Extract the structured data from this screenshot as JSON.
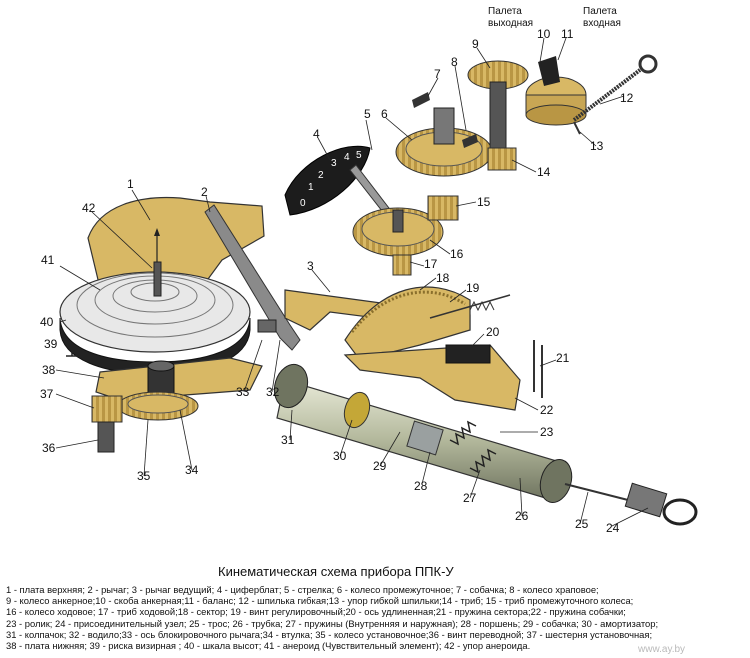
{
  "title_line": "Кинематическая схема прибора  ППК-У",
  "top_labels": {
    "exit_pallet": [
      "Палета",
      "выходная"
    ],
    "entry_pallet": [
      "Палета",
      "входная"
    ]
  },
  "numbers": [
    "1",
    "2",
    "3",
    "4",
    "5",
    "6",
    "7",
    "8",
    "9",
    "10",
    "11",
    "12",
    "13",
    "14",
    "15",
    "16",
    "17",
    "18",
    "19",
    "20",
    "21",
    "22",
    "23",
    "24",
    "25",
    "26",
    "27",
    "28",
    "29",
    "30",
    "31",
    "32",
    "33",
    "34",
    "35",
    "36",
    "37",
    "38",
    "39",
    "40",
    "41",
    "42"
  ],
  "dial_numerals": [
    "0",
    "1",
    "2",
    "3",
    "4",
    "5"
  ],
  "legend": [
    "1 - плата верхняя; 2 - рычаг; 3 - рычаг ведущий; 4 - циферблат; 5 - стрелка; 6 - колесо промежуточное; 7 - собачка; 8 - колесо храповое;",
    "9 - колесо анкерное;10 - скоба анкерная;11 - баланс; 12 - шпилька гибкая;13 - упор гибкой шпильки;14 - триб; 15 - триб промежуточного колеса;",
    "16 - колесо ходовое; 17 - триб ходовой;18 - сектор; 19 - винт регулировочный;20 - ось удлиненная;21 - пружина сектора;22 - пружина собачки;",
    "23 - ролик; 24 - присоединительный узел; 25 - трос; 26 - трубка; 27 - пружины (Внутренняя и наружная); 28 - поршень; 29 - собачка; 30 - амортизатор;",
    "31 - колпачок; 32 - водило;33 - ось блокировочного рычага;34 - втулка; 35 - колесо установочное;36 - винт переводной; 37 - шестерня установочная;",
    "38 - плата нижняя; 39 - риска визирная ; 40 - шкала высот; 41 - анероид (Чувствительный элемент); 42 - упор анероида."
  ],
  "watermark_text": "www.ay.by",
  "colors": {
    "brass": "#d8b865",
    "brass_dark": "#a8853a",
    "steel": "#8a8a8a",
    "dark": "#2a2a2a",
    "tube": "#c9cdb8",
    "paper": "#ffffff"
  }
}
